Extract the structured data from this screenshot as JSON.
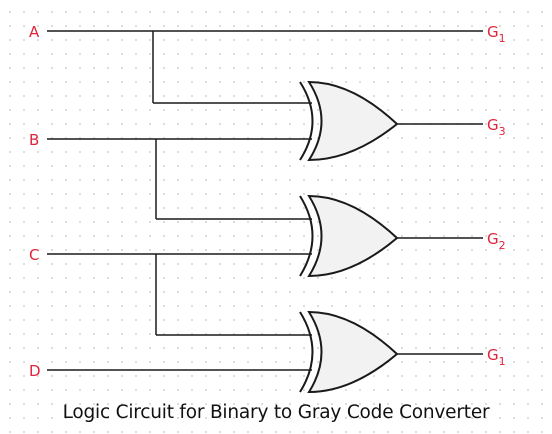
{
  "diagram": {
    "inputs": {
      "a": "A",
      "b": "B",
      "c": "C",
      "d": "D"
    },
    "outputs": {
      "top": {
        "letter": "G",
        "subscript": "1"
      },
      "gate1": {
        "letter": "G",
        "subscript": "3"
      },
      "gate2": {
        "letter": "G",
        "subscript": "2"
      },
      "gate3": {
        "letter": "G",
        "subscript": "1"
      }
    },
    "caption": "Logic Circuit for Binary to Gray Code Converter",
    "colors": {
      "labels": "#e0243c",
      "wires": "#1a1a1a",
      "gate_fill": "#f2f2f2"
    }
  }
}
